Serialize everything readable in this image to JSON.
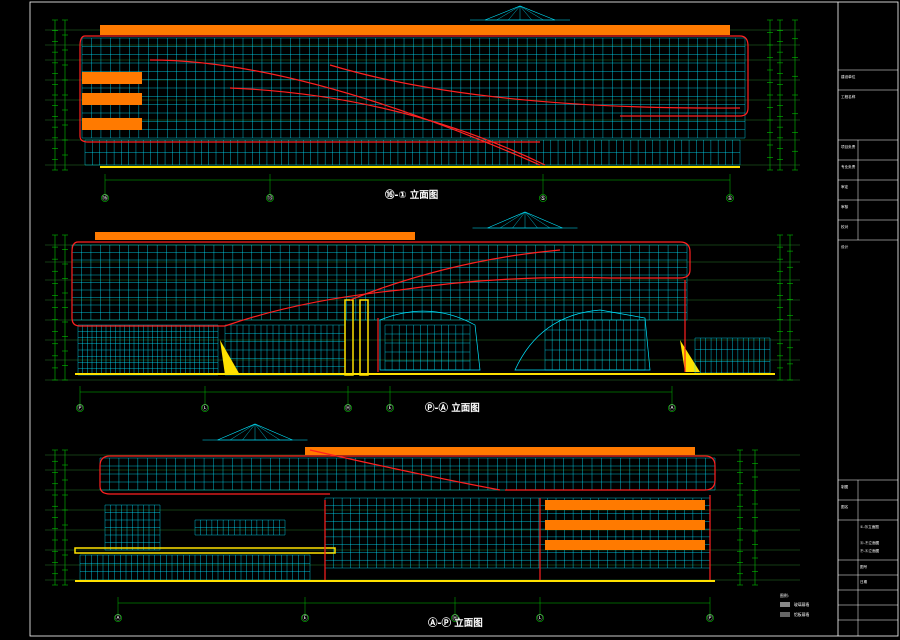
{
  "drawing": {
    "elevations": [
      {
        "id": "elev-1",
        "label": "⑯-① 立面图",
        "axis_marks": [
          "⑯",
          "⑬",
          "⑤",
          "①"
        ]
      },
      {
        "id": "elev-2",
        "label": "Ⓟ-Ⓐ 立面图",
        "axis_marks": [
          "Ⓟ",
          "Ⓛ",
          "Ⓗ",
          "Ⓔ",
          "Ⓐ"
        ]
      },
      {
        "id": "elev-3",
        "label": "Ⓐ-Ⓟ 立面图",
        "axis_marks": [
          "Ⓐ",
          "Ⓔ",
          "Ⓗ",
          "Ⓛ",
          "Ⓟ"
        ]
      }
    ],
    "legend": {
      "title": "图例:",
      "items": [
        {
          "swatch": "#888888",
          "text": "玻璃幕墙"
        },
        {
          "swatch": "#666666",
          "text": "铝板幕墙"
        }
      ]
    },
    "title_block": {
      "labels": [
        "建设单位",
        "工程名称",
        "项目负责",
        "专业负责",
        "审定",
        "审核",
        "校对",
        "设计",
        "制图",
        "图名",
        "①-⑯立面图",
        "Ⓐ-Ⓟ立面图",
        "Ⓟ-Ⓐ立面图",
        "图号",
        "日期"
      ]
    },
    "colors": {
      "background": "#000000",
      "facade_grid": "#00e5ff",
      "outline": "#ff2020",
      "roof_band": "#ff7a00",
      "grid_lines": "#2a7a2a",
      "dimension": "#00c000",
      "accent_yellow": "#ffe100",
      "frame": "#ffffff"
    }
  }
}
